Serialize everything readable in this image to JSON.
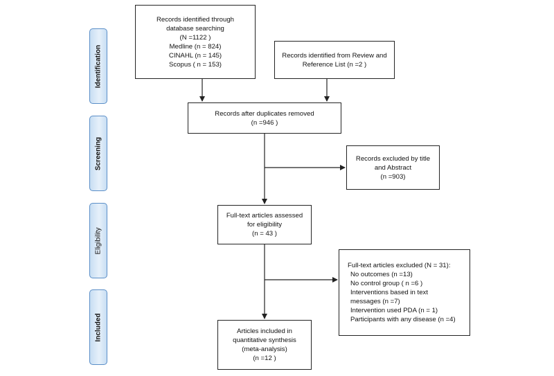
{
  "phases": {
    "identification": "Identification",
    "screening": "Screening",
    "eligibility": "Eligibility",
    "included": "Included"
  },
  "boxes": {
    "database_search": {
      "lines": [
        "Records identified through",
        "database searching",
        "(N =1122 )",
        "Medline (n = 824)",
        "CINAHL (n = 145)",
        "Scopus ( n = 153)"
      ]
    },
    "review_reference": {
      "lines": [
        "Records identified from Review and",
        "Reference List (n =2  )"
      ]
    },
    "after_duplicates": {
      "lines": [
        "Records after duplicates removed",
        "(n =946 )"
      ]
    },
    "excluded_title_abstract": {
      "lines": [
        "Records excluded by title",
        "and Abstract",
        "(n =903)"
      ]
    },
    "fulltext_assessed": {
      "lines": [
        "Full-text articles assessed",
        "for eligibility",
        "(n = 43  )"
      ]
    },
    "fulltext_excluded": {
      "lines": [
        "Full-text articles excluded (N = 31):",
        "No outcomes (n =13)",
        "No control group ( n =6 )",
        "Interventions based in text",
        "messages (n =7)",
        "Intervention used PDA (n = 1)",
        "Participants with any disease (n =4)"
      ]
    },
    "included_synthesis": {
      "lines": [
        "Articles included in",
        "quantitative synthesis",
        "(meta-analysis)",
        "(n =12 )"
      ]
    }
  },
  "colors": {
    "phase_fill": "#c8def3",
    "phase_border": "#5a8ec7",
    "box_border": "#222222",
    "arrow": "#222222"
  }
}
